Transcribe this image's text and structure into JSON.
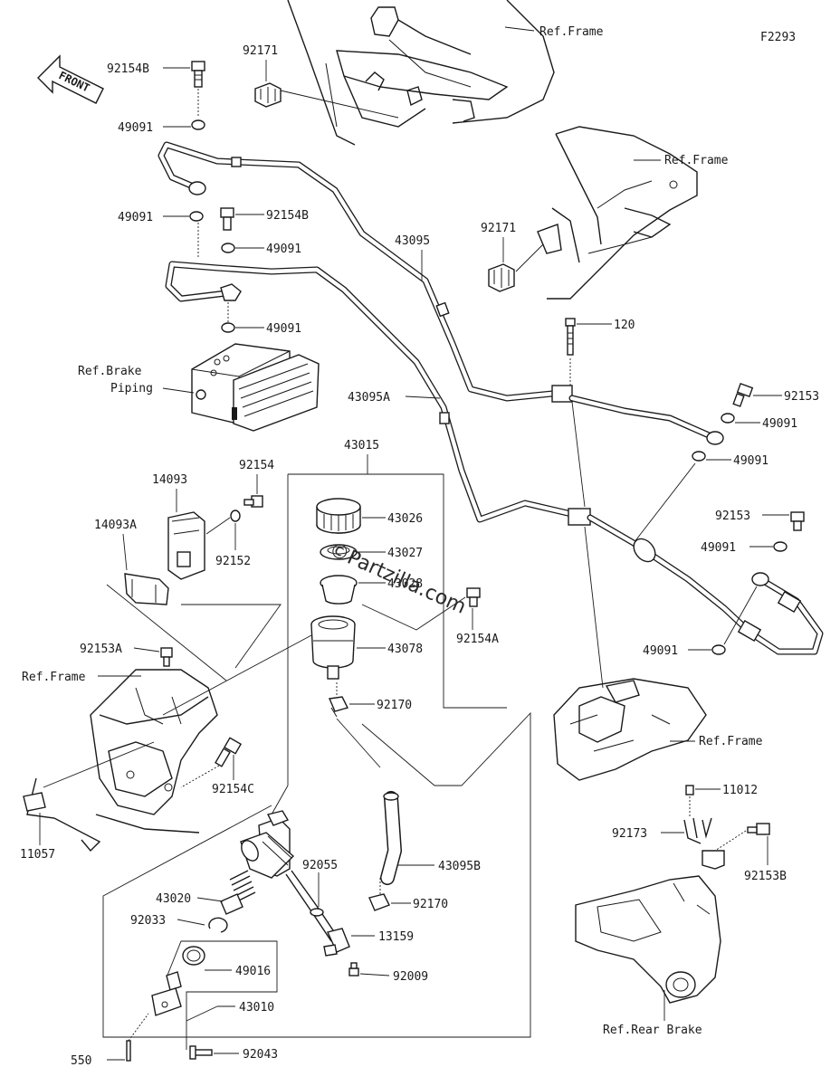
{
  "diagram_code": "F2293",
  "watermark": "©Partzilla.com",
  "front_label": "FRONT",
  "labels": {
    "ref_frame_1": "Ref.Frame",
    "ref_frame_2": "Ref.Frame",
    "ref_frame_3": "Ref.Frame",
    "ref_frame_4": "Ref.Frame",
    "ref_brake_piping_1": "Ref.Brake",
    "ref_brake_piping_2": "Piping",
    "ref_rear_brake": "Ref.Rear Brake",
    "p92154B_a": "92154B",
    "p92171_a": "92171",
    "p49091_a": "49091",
    "p49091_b": "49091",
    "p92154B_b": "92154B",
    "p49091_c": "49091",
    "p43095": "43095",
    "p92171_b": "92171",
    "p49091_d": "49091",
    "p120": "120",
    "p92153_a": "92153",
    "p49091_e": "49091",
    "p43095A": "43095A",
    "p49091_f": "49091",
    "p43015": "43015",
    "p14093": "14093",
    "p92154": "92154",
    "p14093A": "14093A",
    "p92152": "92152",
    "p43026": "43026",
    "p43027": "43027",
    "p43028": "43028",
    "p92153_b": "92153",
    "p49091_g": "49091",
    "p92154A": "92154A",
    "p43078": "43078",
    "p92153A": "92153A",
    "p49091_h": "49091",
    "p92170_a": "92170",
    "p92154C": "92154C",
    "p11012": "11012",
    "p92173": "92173",
    "p92153B": "92153B",
    "p11057": "11057",
    "p92055": "92055",
    "p43095B": "43095B",
    "p43020": "43020",
    "p92170_b": "92170",
    "p92033": "92033",
    "p13159": "13159",
    "p49016": "49016",
    "p92009": "92009",
    "p43010": "43010",
    "p550": "550",
    "p92043": "92043"
  }
}
